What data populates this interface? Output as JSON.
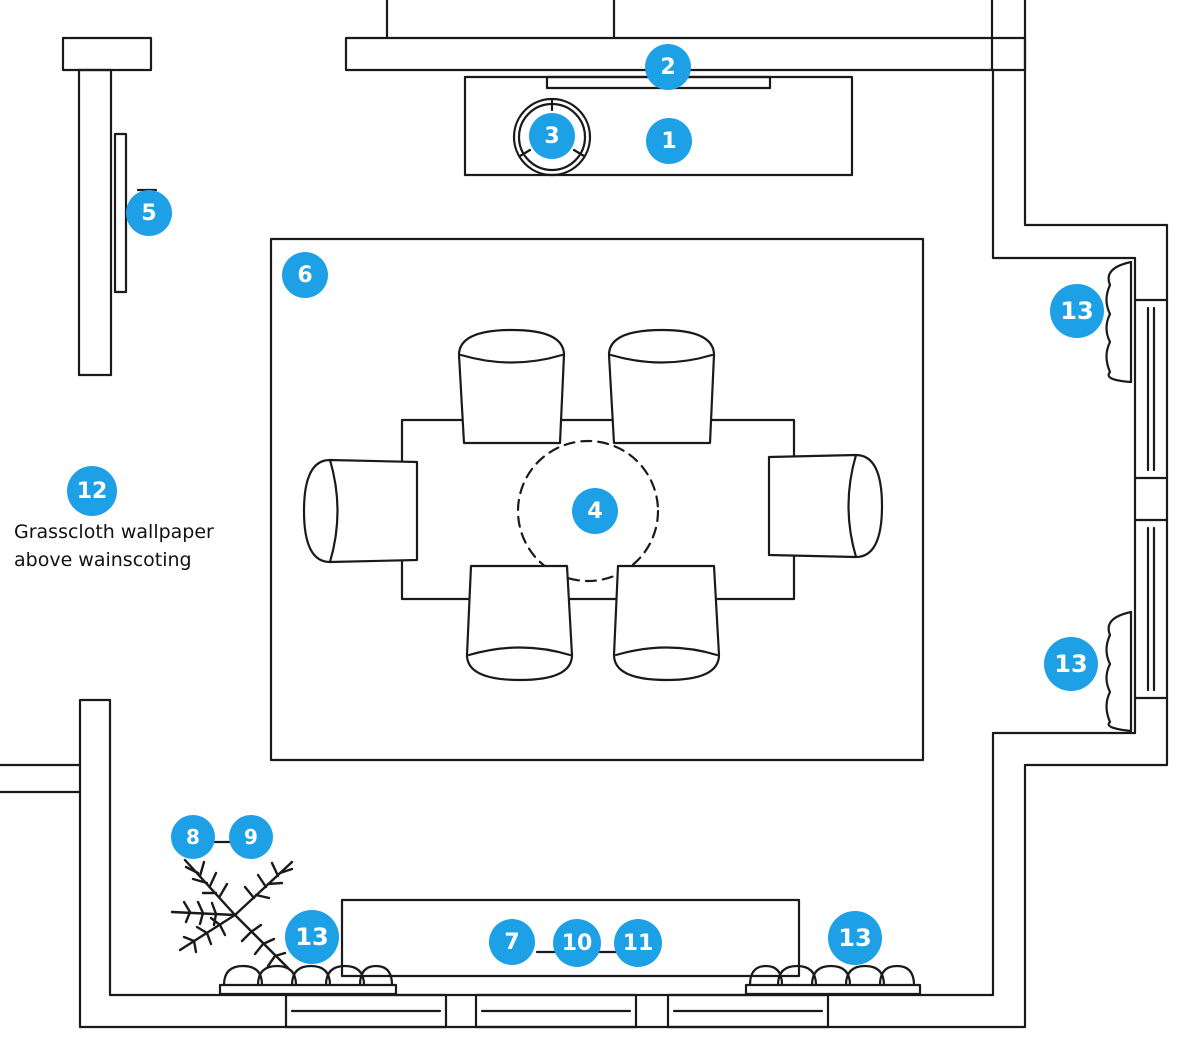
{
  "plan": {
    "marker_color": "#1ea0e6",
    "line_color": "#1a1a1a",
    "markers": [
      {
        "id": "m1",
        "label": "1",
        "name": "marker-1"
      },
      {
        "id": "m2",
        "label": "2",
        "name": "marker-2"
      },
      {
        "id": "m3",
        "label": "3",
        "name": "marker-3"
      },
      {
        "id": "m4",
        "label": "4",
        "name": "marker-4"
      },
      {
        "id": "m5",
        "label": "5",
        "name": "marker-5"
      },
      {
        "id": "m6",
        "label": "6",
        "name": "marker-6"
      },
      {
        "id": "m12",
        "label": "12",
        "name": "marker-12"
      },
      {
        "id": "m13a",
        "label": "13",
        "name": "marker-13-window-upper"
      },
      {
        "id": "m13b",
        "label": "13",
        "name": "marker-13-window-lower"
      },
      {
        "id": "m8",
        "label": "8",
        "name": "marker-8"
      },
      {
        "id": "m9",
        "label": "9",
        "name": "marker-9"
      },
      {
        "id": "m13c",
        "label": "13",
        "name": "marker-13-bottom-left"
      },
      {
        "id": "m7",
        "label": "7",
        "name": "marker-7"
      },
      {
        "id": "m10",
        "label": "10",
        "name": "marker-10"
      },
      {
        "id": "m11",
        "label": "11",
        "name": "marker-11"
      },
      {
        "id": "m13d",
        "label": "13",
        "name": "marker-13-bottom-right"
      }
    ],
    "note": {
      "line1": "Grasscloth wallpaper",
      "line2": "above wainscoting"
    },
    "icons": [
      "chair-icon",
      "plant-icon",
      "drapery-icon",
      "chandelier-icon",
      "lamp-icon"
    ]
  }
}
